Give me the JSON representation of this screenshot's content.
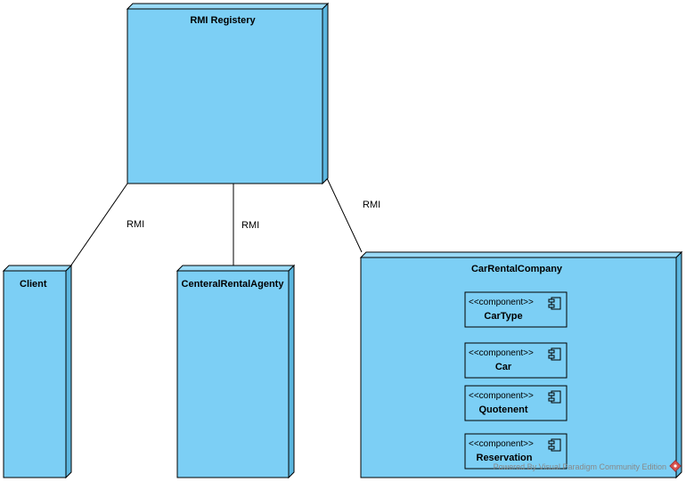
{
  "colors": {
    "node_fill": "#7ccff5",
    "node_side": "#5bb6df",
    "node_top": "#9adbf8",
    "stroke": "#000000",
    "watermark_text": "#888888",
    "watermark_icon": "#d9534f"
  },
  "edges": [
    {
      "from": "rmi-registry",
      "to": "client",
      "label": "RMI"
    },
    {
      "from": "rmi-registry",
      "to": "centeral-rental-agenty",
      "label": "RMI"
    },
    {
      "from": "rmi-registry",
      "to": "car-rental-company",
      "label": "RMI"
    }
  ],
  "nodes": {
    "rmi_registry": {
      "title": "RMI Registery"
    },
    "client": {
      "title": "Client"
    },
    "central_agency": {
      "title": "CenteralRentalAgenty"
    },
    "car_rental_company": {
      "title": "CarRentalCompany",
      "components": [
        {
          "stereotype": "<<component>>",
          "name": "CarType"
        },
        {
          "stereotype": "<<component>>",
          "name": "Car"
        },
        {
          "stereotype": "<<component>>",
          "name": "Quotenent"
        },
        {
          "stereotype": "<<component>>",
          "name": "Reservation"
        }
      ]
    }
  },
  "watermark": {
    "text": "Powered By Visual Paradigm Community Edition",
    "icon": "vp-logo-icon"
  }
}
